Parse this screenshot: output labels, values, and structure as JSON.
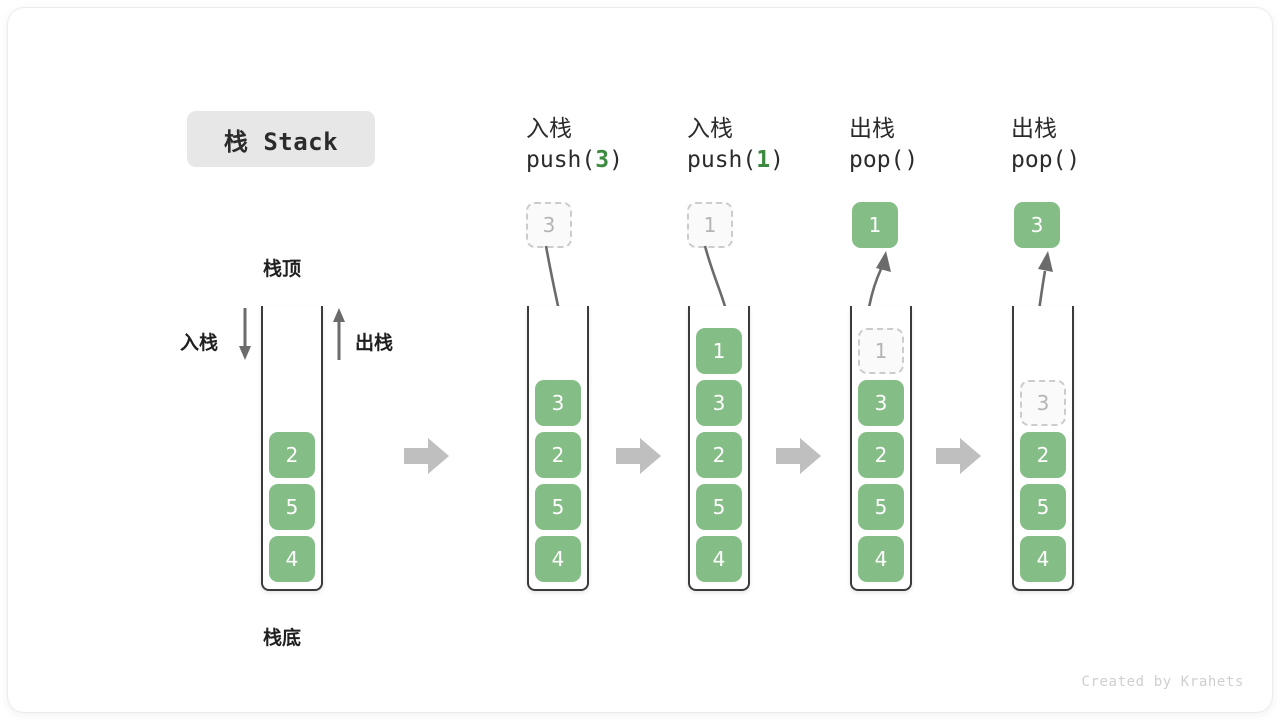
{
  "title": {
    "text": "栈 Stack"
  },
  "footer": {
    "text": "Created by Krahets"
  },
  "colors": {
    "element_fill": "#85bd87",
    "element_text": "#ffffff",
    "ghost_fill": "#fafafa",
    "ghost_text": "#b4b4b4",
    "ghost_border": "#cccccc",
    "frame_border": "#3b3b3b",
    "arrow_gray": "#6b6b6b",
    "flow_arrow": "#bfbfbf",
    "accent_green": "#3c8a40",
    "chip_bg": "#e7e7e7"
  },
  "legend": {
    "top_label": "栈顶",
    "bottom_label": "栈底",
    "push_label": "入栈",
    "pop_label": "出栈",
    "push_arrow_icon": "arrow-down-icon",
    "pop_arrow_icon": "arrow-up-icon"
  },
  "steps": [
    {
      "id": "initial",
      "header_cn": "",
      "header_code": "",
      "header_arg": "",
      "floating": null,
      "stack": [
        "2",
        "5",
        "4"
      ],
      "ghost_top": null
    },
    {
      "id": "push-3",
      "header_cn": "入栈",
      "header_code_prefix": "push(",
      "header_arg": "3",
      "header_code_suffix": ")",
      "floating": {
        "value": "3",
        "style": "ghost"
      },
      "flow_icon": "curved-arrow-down-icon",
      "stack": [
        "3",
        "2",
        "5",
        "4"
      ],
      "ghost_top": null
    },
    {
      "id": "push-1",
      "header_cn": "入栈",
      "header_code_prefix": "push(",
      "header_arg": "1",
      "header_code_suffix": ")",
      "floating": {
        "value": "1",
        "style": "ghost"
      },
      "flow_icon": "curved-arrow-down-icon",
      "stack": [
        "1",
        "3",
        "2",
        "5",
        "4"
      ],
      "ghost_top": null
    },
    {
      "id": "pop-1",
      "header_cn": "出栈",
      "header_code_prefix": "pop(",
      "header_arg": "",
      "header_code_suffix": ")",
      "floating": {
        "value": "1",
        "style": "solid"
      },
      "flow_icon": "curved-arrow-up-icon",
      "stack": [
        "3",
        "2",
        "5",
        "4"
      ],
      "ghost_top": "1"
    },
    {
      "id": "pop-3",
      "header_cn": "出栈",
      "header_code_prefix": "pop(",
      "header_arg": "",
      "header_code_suffix": ")",
      "floating": {
        "value": "3",
        "style": "solid"
      },
      "flow_icon": "curved-arrow-up-icon",
      "stack": [
        "2",
        "5",
        "4"
      ],
      "ghost_top": "3"
    }
  ],
  "transition_arrow_icon": "arrow-right-icon",
  "transition_count": 4
}
